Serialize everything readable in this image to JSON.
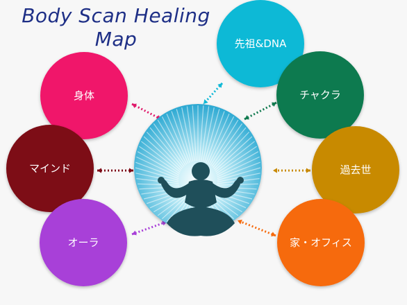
{
  "title": {
    "line1": "Body Scan Healing",
    "line2": "Map"
  },
  "nodes": [
    {
      "id": "shintai",
      "label": "身体",
      "color": "#f0186a",
      "connector_color": "#e0186a"
    },
    {
      "id": "mind",
      "label": "マインド",
      "color": "#7d0b17",
      "connector_color": "#7d0b17"
    },
    {
      "id": "aura",
      "label": "オーラ",
      "color": "#a83fd8",
      "connector_color": "#a83fd8"
    },
    {
      "id": "ancestors",
      "label": "先祖&DNA",
      "color": "#10b9d6",
      "connector_color": "#10b9d6"
    },
    {
      "id": "chakra",
      "label": "チャクラ",
      "color": "#117a4f",
      "connector_color": "#117a4f"
    },
    {
      "id": "pastlife",
      "label": "過去世",
      "color": "#c88a06",
      "connector_color": "#c88a06"
    },
    {
      "id": "home",
      "label": "家・オフィス",
      "color": "#f66a0d",
      "connector_color": "#f66a0d"
    }
  ],
  "center": {
    "color": "#37b7d9",
    "figure_color": "#1f4f5a",
    "icon": "meditating-person-icon"
  }
}
